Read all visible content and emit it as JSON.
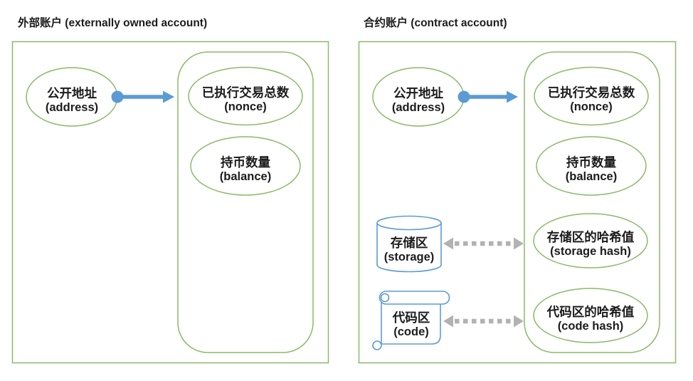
{
  "colors": {
    "outline_green": "#8cb968",
    "shape_blue": "#5b9bd5",
    "arrow_gray": "#b2b2b2",
    "text_color": "#1c1c1c"
  },
  "left_panel": {
    "title": "外部账户 (externally owned account)",
    "nodes": {
      "address": {
        "zh": "公开地址",
        "en": "(address)"
      },
      "nonce": {
        "zh": "已执行交易总数",
        "en": "(nonce)"
      },
      "balance": {
        "zh": "持币数量",
        "en": "(balance)"
      }
    }
  },
  "right_panel": {
    "title": "合约账户 (contract account)",
    "nodes": {
      "address": {
        "zh": "公开地址",
        "en": "(address)"
      },
      "nonce": {
        "zh": "已执行交易总数",
        "en": "(nonce)"
      },
      "balance": {
        "zh": "持币数量",
        "en": "(balance)"
      },
      "storage": {
        "zh": "存储区",
        "en": "(storage)"
      },
      "code": {
        "zh": "代码区",
        "en": "(code)"
      },
      "storage_hash": {
        "zh": "存储区的哈希值",
        "en": "(storage hash)"
      },
      "code_hash": {
        "zh": "代码区的哈希值",
        "en": "(code hash)"
      }
    }
  }
}
